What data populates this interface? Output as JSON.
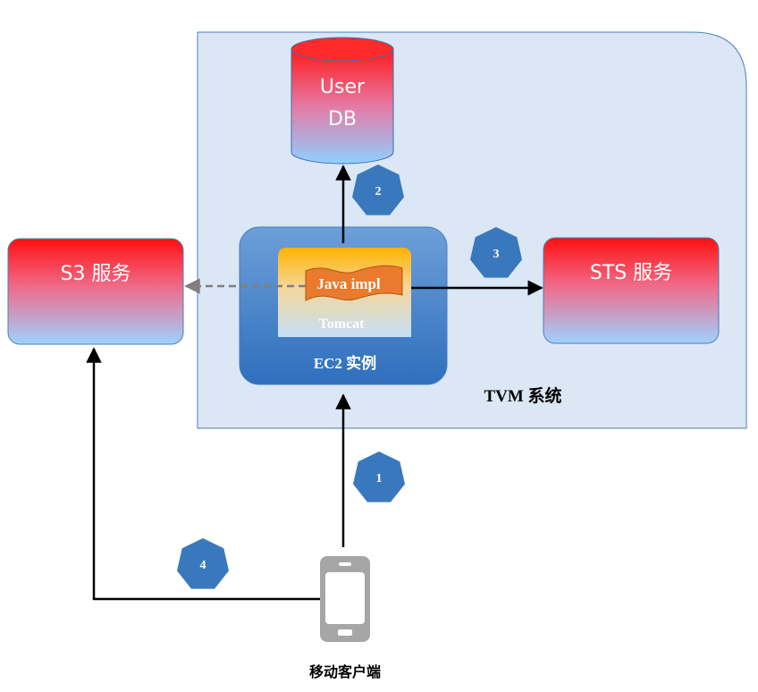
{
  "boundary": {
    "label": "TVM 系统"
  },
  "nodes": {
    "user_db": {
      "line1": "User",
      "line2": "DB"
    },
    "s3": {
      "label": "S3 服务"
    },
    "sts": {
      "label": "STS 服务"
    },
    "ec2": {
      "label": "EC2 实例"
    },
    "tomcat": {
      "label": "Tomcat"
    },
    "java_impl": {
      "label": "Java impl"
    },
    "mobile_client": {
      "label": "移动客户端"
    }
  },
  "steps": [
    "1",
    "2",
    "3",
    "4"
  ],
  "colors": {
    "boundary_fill": "#dbe7f4",
    "boundary_stroke": "#4a7ebb",
    "service_top": "#ff1a1a",
    "service_bottom": "#9ed0ff",
    "ec2_fill": "#3b7fc8",
    "tomcat_top": "#ffc000",
    "java_impl_fill": "#e97a2e",
    "step_badge": "#3a78bd",
    "arrow": "#000000",
    "dashed_arrow": "#7f7f7f"
  }
}
